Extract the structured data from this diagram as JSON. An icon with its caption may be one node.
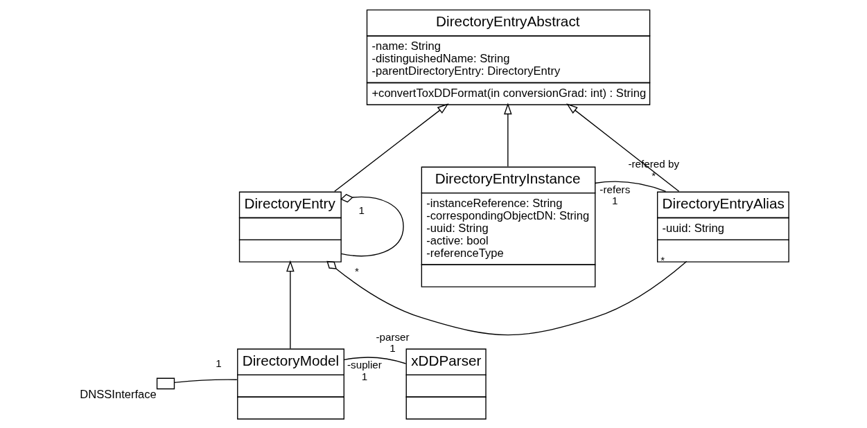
{
  "diagram": {
    "nodes": [
      {
        "text": [
          "DirectoryEntryAbstract",
          "-name: String -distinguishedName: String -parentDirectoryEntry: DirectoryEntry",
          "+convertToxDDFormat(in conversionGrad: int) : String"
        ]
      },
      {
        "text": [
          "DirectoryEntry"
        ]
      },
      {
        "text": [
          "DirectoryEntryInstance",
          "-instanceReference: String -correspondingObjectDN: String -uuid: String -active: bool -referenceType"
        ]
      },
      {
        "text": [
          "DirectoryEntryAlias",
          "-uuid: String"
        ]
      },
      {
        "text": [],
        "shape": "box",
        "beside": [
          "DNSSInterface"
        ]
      },
      {
        "text": [
          "DirectoryModel"
        ]
      },
      {
        "text": [
          "xDDParser"
        ]
      }
    ],
    "edges": [
      {
        "from": 1,
        "to": 0,
        "arrow": "to"
      },
      {
        "from": 2,
        "to": 0,
        "arrow": "to"
      },
      {
        "from": 3,
        "to": 0,
        "arrow": "to"
      },
      {
        "from": 3,
        "to": 1,
        "arrow": "other"
      },
      {
        "from": 1,
        "to": 1,
        "arrow": "other"
      },
      {
        "from": 2,
        "to": 3,
        "arrow": "none"
      },
      {
        "from": 5,
        "to": 1,
        "arrow": "to"
      },
      {
        "from": 4,
        "to": 5,
        "arrow": "none"
      },
      {
        "from": 5,
        "to": 6,
        "arrow": "none"
      }
    ],
    "labels": [
      "*",
      "-refers",
      "-refered by",
      "*",
      "1",
      "*",
      "1",
      "-suplier",
      "-parser",
      "1",
      "1",
      "1"
    ]
  }
}
